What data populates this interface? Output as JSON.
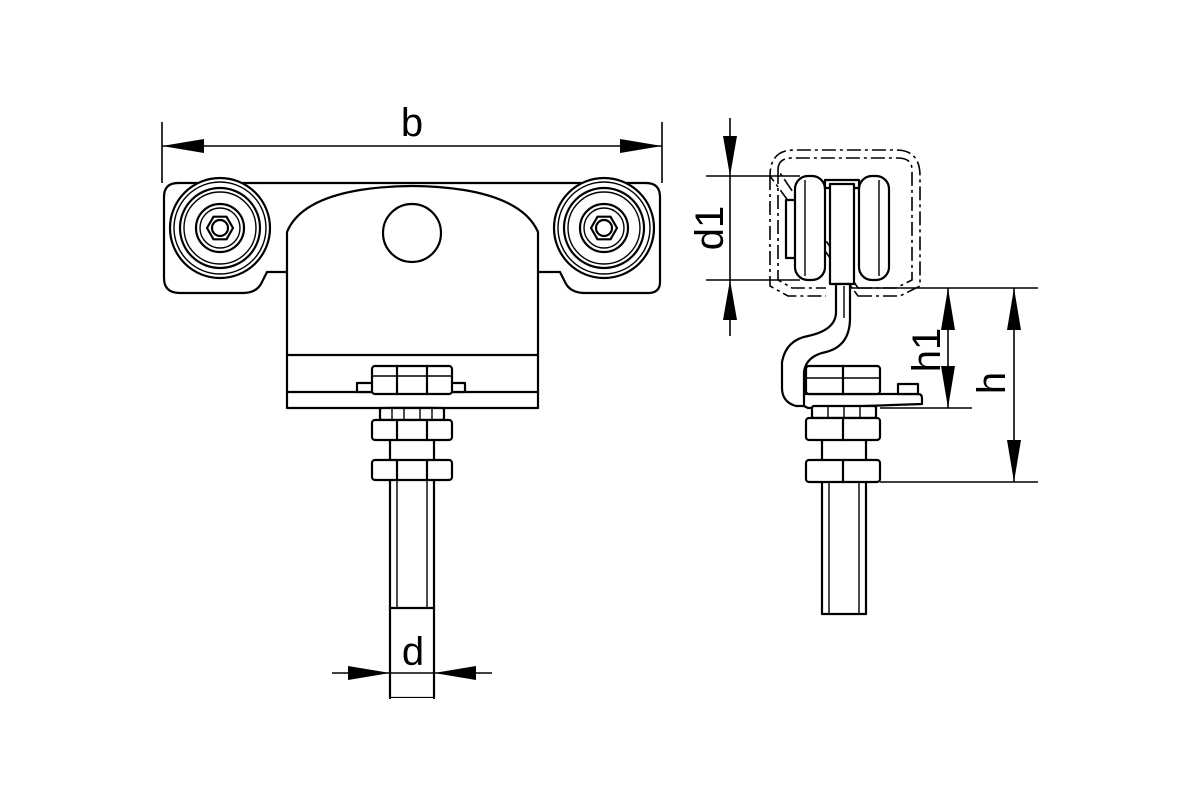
{
  "labels": {
    "b": "b",
    "d": "d",
    "d1": "d1",
    "h1": "h1",
    "h": "h"
  }
}
